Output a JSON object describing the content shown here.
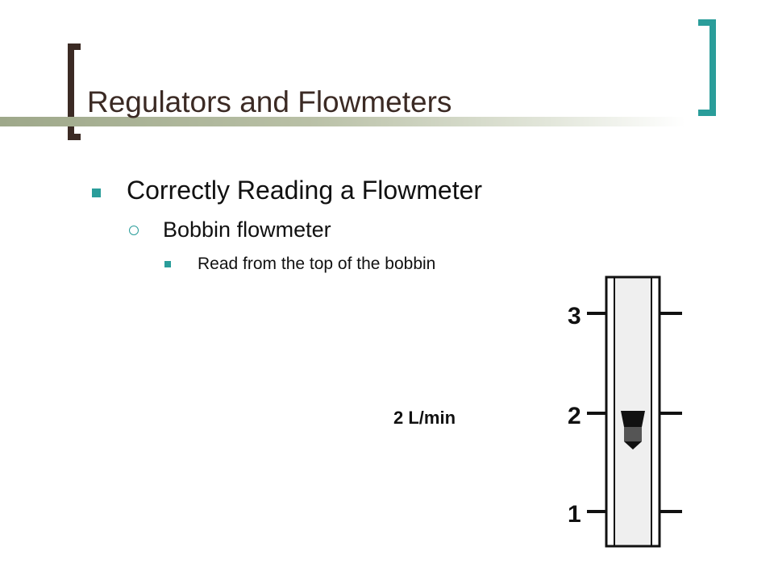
{
  "slide": {
    "title": "Regulators and Flowmeters",
    "bullets": [
      {
        "level": 1,
        "text": "Correctly Reading a Flowmeter"
      },
      {
        "level": 2,
        "text": "Bobbin flowmeter"
      },
      {
        "level": 3,
        "text": "Read from the top of the bobbin"
      }
    ],
    "reading_label": "2 L/min"
  },
  "flowmeter": {
    "scale_labels": [
      "3",
      "2",
      "1"
    ],
    "bobbin_reading": 2
  },
  "colors": {
    "accent": "#2a9d9a",
    "title_text": "#3b2a24",
    "bracket_dark": "#3b2a24"
  }
}
